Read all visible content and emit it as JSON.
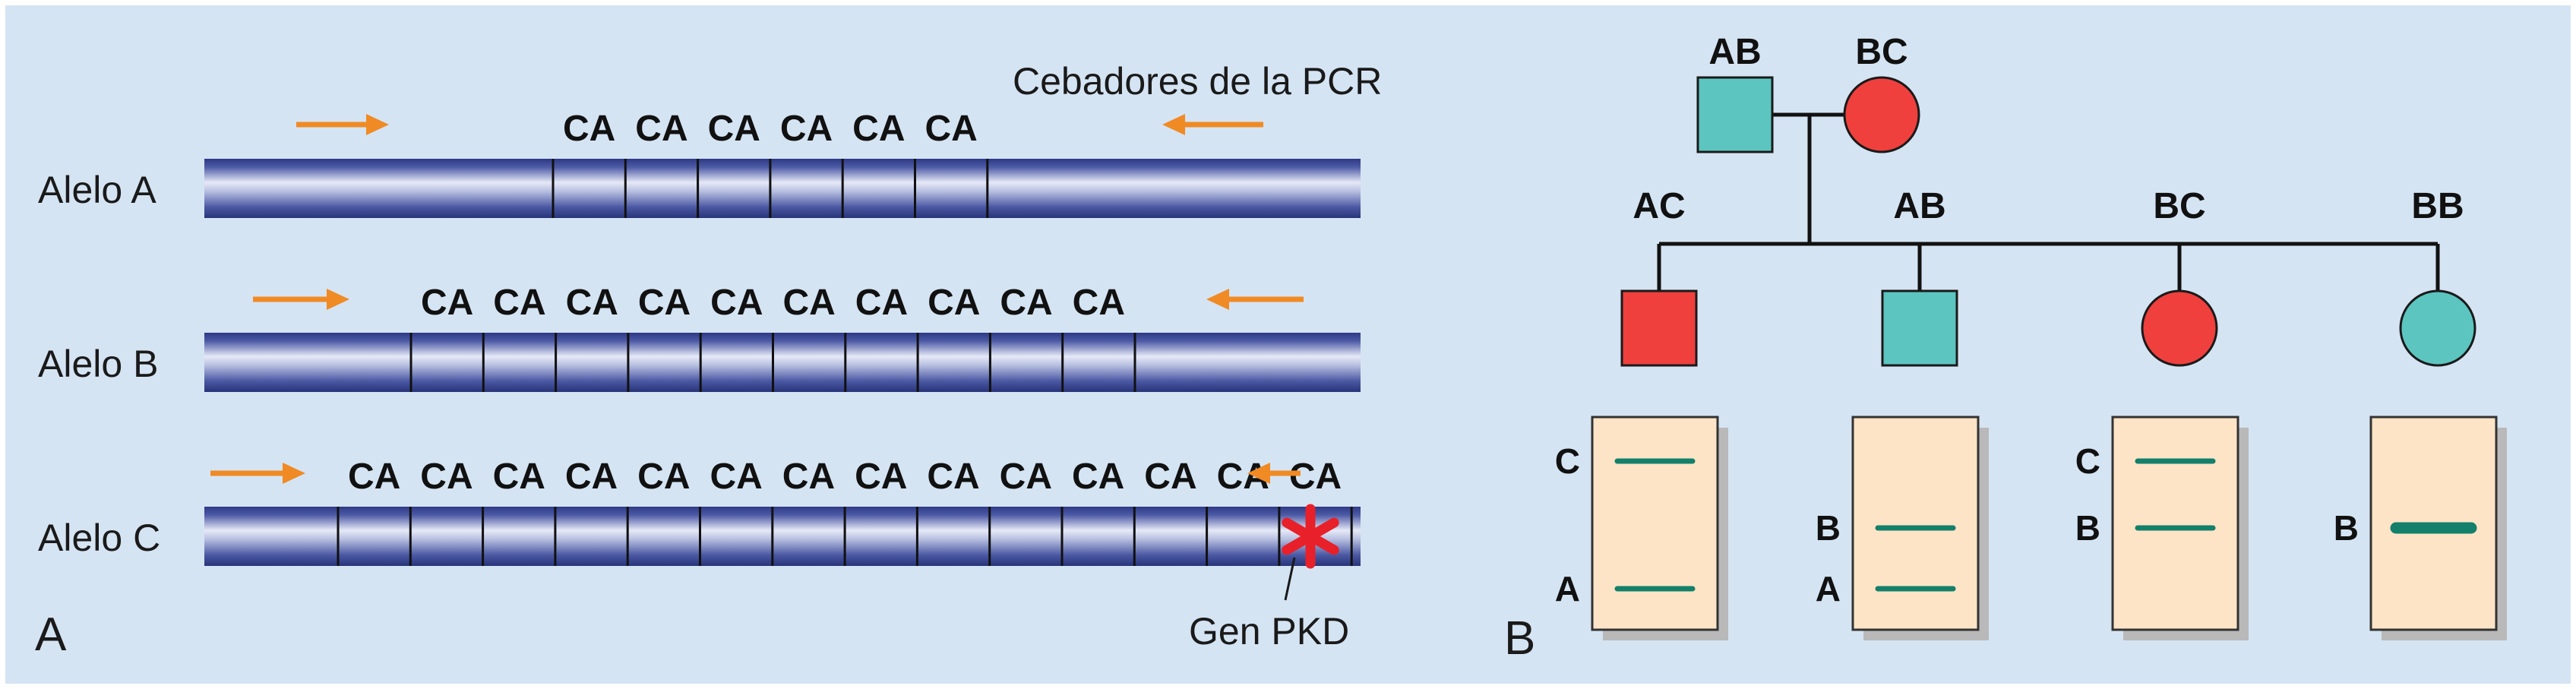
{
  "colors": {
    "background_panel": "#d5e4f3",
    "page_border": "#ffffff",
    "arrow": "#f08a24",
    "repeat_text": "#111111",
    "band": "#12806a",
    "gel_fill": "#fde4c6",
    "gel_shadow": "#b9b9b9",
    "affected": "#ef403d",
    "unaffected": "#5cc5c0",
    "mutation_star": "#e8202a"
  },
  "panel_a": {
    "letter": "A",
    "primers_label": "Cebadores de la PCR",
    "gene_label": "Gen PKD",
    "mutation_icon": "red-asterisk",
    "repeat_unit": "CA",
    "alleles": [
      {
        "name": "Alelo A",
        "repeats": 6,
        "text": "CA CA CA CA CA CA"
      },
      {
        "name": "Alelo B",
        "repeats": 10,
        "text": "CA CA CA CA CA CA CA CA CA CA"
      },
      {
        "name": "Alelo C",
        "repeats": 14,
        "text": "CA CA CA CA CA CA CA CA CA CA CA CA CA CA"
      }
    ]
  },
  "panel_b": {
    "letter": "B",
    "parents": [
      {
        "genotype": "AB",
        "sex": "male",
        "affected": false
      },
      {
        "genotype": "BC",
        "sex": "female",
        "affected": true
      }
    ],
    "children": [
      {
        "genotype": "AC",
        "sex": "male",
        "affected": true
      },
      {
        "genotype": "AB",
        "sex": "male",
        "affected": false
      },
      {
        "genotype": "BC",
        "sex": "female",
        "affected": true
      },
      {
        "genotype": "BB",
        "sex": "female",
        "affected": false
      }
    ],
    "gels": [
      {
        "bands": [
          {
            "label": "C",
            "allele": "C"
          },
          {
            "label": "A",
            "allele": "A"
          }
        ]
      },
      {
        "bands": [
          {
            "label": "B",
            "allele": "B"
          },
          {
            "label": "A",
            "allele": "A"
          }
        ]
      },
      {
        "bands": [
          {
            "label": "C",
            "allele": "C"
          },
          {
            "label": "B",
            "allele": "B"
          }
        ]
      },
      {
        "bands": [
          {
            "label": "B",
            "allele": "B",
            "homozygous": true
          }
        ]
      }
    ]
  }
}
